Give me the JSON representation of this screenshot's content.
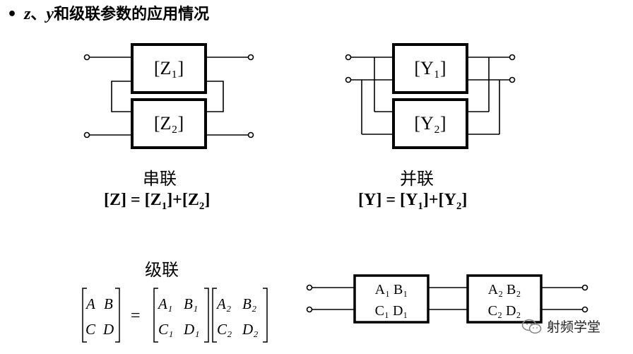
{
  "title": {
    "bullet": "•",
    "var1": "z",
    "sep": "、",
    "var2": "y",
    "text": "和级联参数的应用情况"
  },
  "series_block": {
    "box1": "[Z₁]",
    "box2": "[Z₂]",
    "caption": "串联",
    "eq_left": "[Z]",
    "eq_mid": " = [",
    "eq_t1": "Z",
    "eq_s1": "1",
    "eq_plus": "]+[",
    "eq_t2": "Z",
    "eq_s2": "2",
    "eq_end": "]"
  },
  "parallel_block": {
    "box1": "[Y₁]",
    "box2": "[Y₂]",
    "caption": "并联",
    "eq_left": "[Y]",
    "eq_mid": " = [",
    "eq_t1": "Y",
    "eq_s1": "1",
    "eq_plus": "]+[",
    "eq_t2": "Y",
    "eq_s2": "2",
    "eq_end": "]"
  },
  "cascade_block": {
    "caption": "级联",
    "matrix_total": {
      "a": "A",
      "b": "B",
      "c": "C",
      "d": "D"
    },
    "equals": "=",
    "matrix_1": {
      "a": "A₁",
      "b": "B₁",
      "c": "C₁",
      "d": "D₁"
    },
    "matrix_2": {
      "a": "A₂",
      "b": "B₂",
      "c": "C₂",
      "d": "D₂"
    },
    "box1_line1": "A₁ B₁",
    "box1_line2": "C₁ D₁",
    "box2_line1": "A₂ B₂",
    "box2_line2": "C₂ D₂"
  },
  "watermark": {
    "icon": "wechat-icon",
    "text": "射频学堂"
  }
}
